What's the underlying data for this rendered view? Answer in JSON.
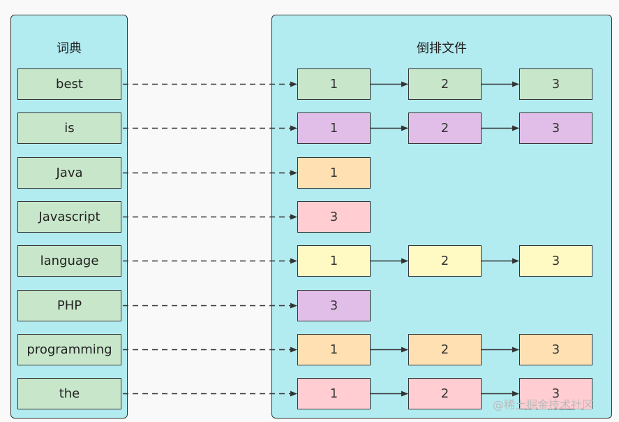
{
  "dictionary": {
    "title": "词典"
  },
  "postings_panel": {
    "title": "倒排文件"
  },
  "colors": {
    "green": "#c8e6c9",
    "purple": "#e1bee7",
    "orange": "#ffe0b2",
    "pink": "#ffcdd2",
    "yellow": "#fff9c4"
  },
  "terms": [
    {
      "label": "best",
      "postings": [
        "1",
        "2",
        "3"
      ],
      "color": "green"
    },
    {
      "label": "is",
      "postings": [
        "1",
        "2",
        "3"
      ],
      "color": "purple"
    },
    {
      "label": "Java",
      "postings": [
        "1"
      ],
      "color": "orange"
    },
    {
      "label": "Javascript",
      "postings": [
        "3"
      ],
      "color": "pink"
    },
    {
      "label": "language",
      "postings": [
        "1",
        "2",
        "3"
      ],
      "color": "yellow"
    },
    {
      "label": "PHP",
      "postings": [
        "3"
      ],
      "color": "purple"
    },
    {
      "label": "programming",
      "postings": [
        "1",
        "2",
        "3"
      ],
      "color": "orange"
    },
    {
      "label": "the",
      "postings": [
        "1",
        "2",
        "3"
      ],
      "color": "pink"
    }
  ],
  "watermark": "@稀土掘金技术社区"
}
